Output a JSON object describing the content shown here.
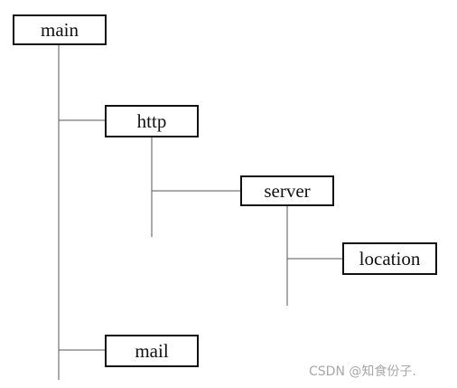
{
  "diagram": {
    "nodes": {
      "main": "main",
      "http": "http",
      "server": "server",
      "location": "location",
      "mail": "mail"
    },
    "edges": [
      {
        "from": "main",
        "to": "http"
      },
      {
        "from": "main",
        "to": "mail"
      },
      {
        "from": "http",
        "to": "server"
      },
      {
        "from": "server",
        "to": "location"
      }
    ],
    "colors": {
      "line": "#555555",
      "border": "#111111",
      "text": "#111111",
      "watermark": "#a8a8a8"
    }
  },
  "watermark": "CSDN @知食份子."
}
